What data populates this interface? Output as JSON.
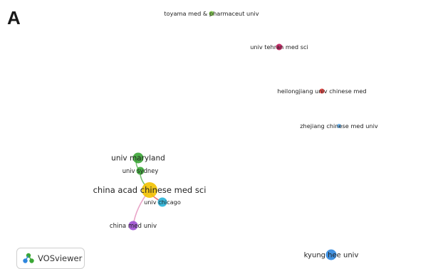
{
  "panel": {
    "label": "A"
  },
  "badge": {
    "text": "VOSviewer",
    "icon": "vosviewer-logo-icon"
  },
  "network": {
    "nodes": [
      {
        "id": "toyama",
        "label": "toyama med & pharmaceut univ",
        "color": "#7ac943"
      },
      {
        "id": "tehran",
        "label": "univ tehran med sci",
        "color": "#c2185b"
      },
      {
        "id": "heilongjiang",
        "label": "heilongjiang univ chinese med",
        "color": "#e53935"
      },
      {
        "id": "zhejiang",
        "label": "zhejiang chinese med univ",
        "color": "#64b5f6"
      },
      {
        "id": "maryland",
        "label": "univ maryland",
        "color": "#3aa635"
      },
      {
        "id": "sydney",
        "label": "univ sydney",
        "color": "#3aa635"
      },
      {
        "id": "cacms",
        "label": "china acad chinese med sci",
        "color": "#f2c200"
      },
      {
        "id": "chicago",
        "label": "univ chicago",
        "color": "#27b3d8"
      },
      {
        "id": "chinamed",
        "label": "china med univ",
        "color": "#9c4fd1"
      },
      {
        "id": "kyunghee",
        "label": "kyung hee univ",
        "color": "#2e86de"
      }
    ],
    "links": [
      {
        "from": "maryland",
        "to": "sydney",
        "color": "#3aa635"
      },
      {
        "from": "sydney",
        "to": "cacms",
        "color": "#3aa635"
      },
      {
        "from": "cacms",
        "to": "chicago",
        "color": "#e53935"
      },
      {
        "from": "cacms",
        "to": "chinamed",
        "color": "#e07fb0"
      }
    ]
  }
}
